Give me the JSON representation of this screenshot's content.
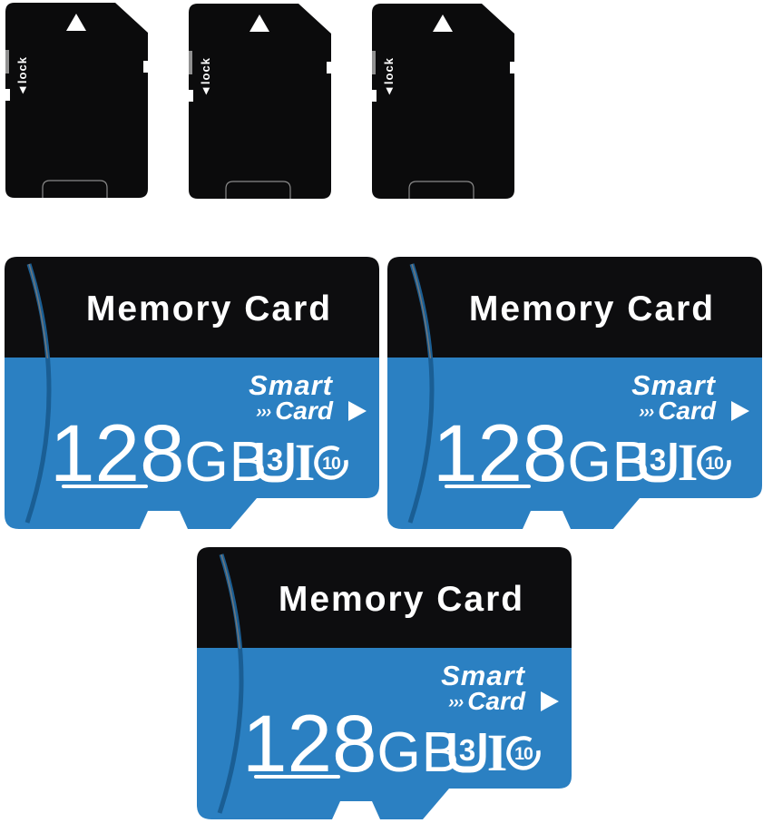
{
  "scene": {
    "description_visible_objects": "3 black SD card adapters, 3 blue microSD memory cards",
    "adapter_count": 3,
    "microsd_count": 3
  },
  "colors": {
    "background": "#ffffff",
    "adapter_black": "#0b0b0c",
    "card_header_black": "#0d0d0f",
    "card_blue": "#2b80c2",
    "card_edge_shadow_blue": "#1a5e94",
    "edge_highlight_gray": "#767676",
    "text_white": "#ffffff"
  },
  "adapter": {
    "lock_label": "◄lock"
  },
  "microsd": {
    "title": "Memory Card",
    "brand_top": "Smart",
    "brand_chevrons": "›››",
    "brand_bottom": "Card",
    "capacity_value": "128",
    "capacity_unit": "GB",
    "speed_class_value": "3",
    "bus_interface": "I",
    "class10_value": "10"
  }
}
